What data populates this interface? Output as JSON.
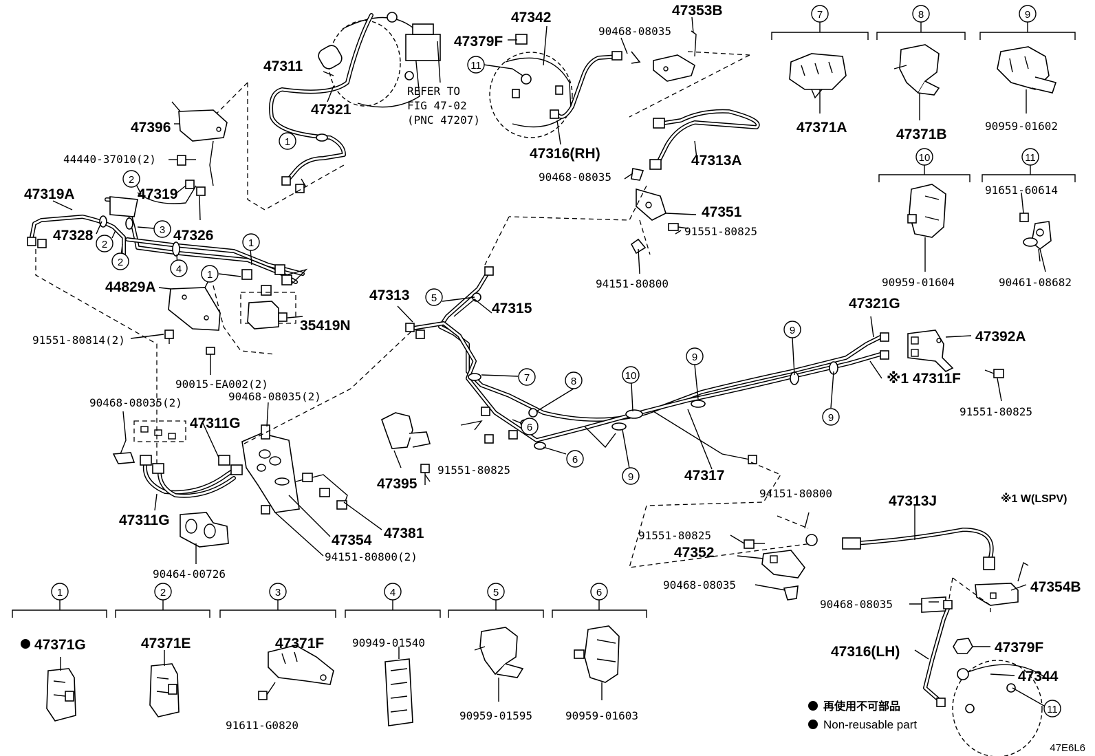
{
  "labels": {
    "p47342": "47342",
    "p47353B": "47353B",
    "p90468_08035_top": "90468-08035",
    "p47379F_top": "47379F",
    "p47311": "47311",
    "p47321": "47321",
    "refer_line1": "REFER TO",
    "refer_line2": "FIG 47-02",
    "refer_line3": "(PNC 47207)",
    "p47396": "47396",
    "p44440": "44440-37010(2)",
    "p47319A": "47319A",
    "p47319": "47319",
    "p47328": "47328",
    "p47326": "47326",
    "p44829A": "44829A",
    "p35419N": "35419N",
    "p91551_80814": "91551-80814(2)",
    "p90015": "90015-EA002(2)",
    "p90468_2a": "90468-08035(2)",
    "p90468_2b": "90468-08035(2)",
    "p47311G_a": "47311G",
    "p47311G_b": "47311G",
    "p90464": "90464-00726",
    "p47354": "47354",
    "p47381": "47381",
    "p94151_2": "94151-80800(2)",
    "p47316RH": "47316(RH)",
    "p47313A": "47313A",
    "p90468_mid": "90468-08035",
    "p47351": "47351",
    "p91551_80825_a": "91551-80825",
    "p94151_a": "94151-80800",
    "p47313": "47313",
    "p47315": "47315",
    "p47395": "47395",
    "p91551_80825_b": "91551-80825",
    "p47317": "47317",
    "p47321G": "47321G",
    "p47392A": "47392A",
    "p47311F": "※1 47311F",
    "p91551_80825_c": "91551-80825",
    "note_w": "※1 W(LSPV)",
    "p94151_b": "94151-80800",
    "p91551_80825_d": "91551-80825",
    "p47352": "47352",
    "p90468_low": "90468-08035",
    "p47313J": "47313J",
    "p47354B": "47354B",
    "p90468_right": "90468-08035",
    "p47316LH": "47316(LH)",
    "p47379F_bot": "47379F",
    "p47344": "47344",
    "p47371A": "47371A",
    "p47371B": "47371B",
    "p90959_01602": "90959-01602",
    "p90959_01604": "90959-01604",
    "p91651": "91651-60614",
    "p90461": "90461-08682",
    "p47371G": "47371G",
    "p47371E": "47371E",
    "p47371F": "47371F",
    "p91611": "91611-G0820",
    "p90949": "90949-01540",
    "p90959_01595": "90959-01595",
    "p90959_01603": "90959-01603"
  },
  "callouts": {
    "c1": "1",
    "c2": "2",
    "c3": "3",
    "c4": "4",
    "c5": "5",
    "c6": "6",
    "c7": "7",
    "c8": "8",
    "c9": "9",
    "c10": "10",
    "c11": "11"
  },
  "legend": {
    "jp": "再使用不可部品",
    "en": "Non-reusable part"
  },
  "figure_code": "47E6L6"
}
